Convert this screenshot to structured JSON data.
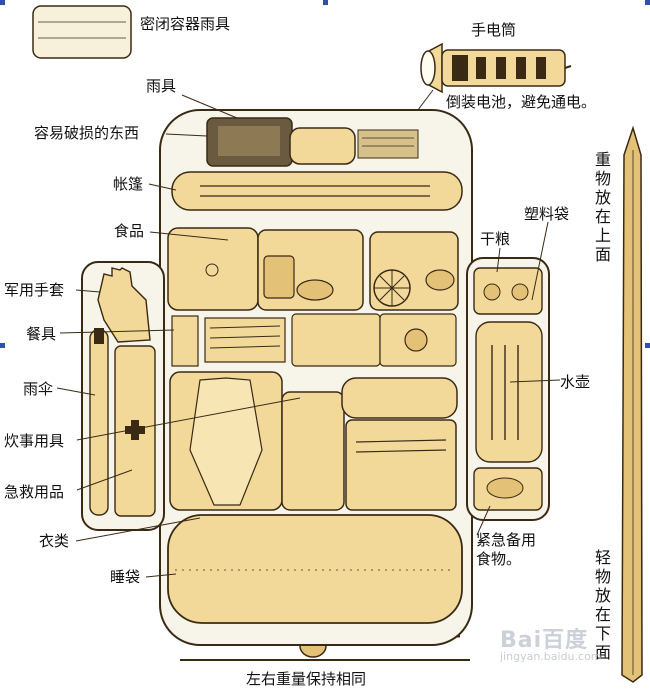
{
  "labels": {
    "sealed_raingear": "密闭容器雨具",
    "flashlight": "手电筒",
    "flashlight_note": "倒装电池，避免通电。",
    "raingear": "雨具",
    "fragile": "容易破损的东西",
    "tent": "帐篷",
    "food": "食品",
    "plastic_bag": "塑料袋",
    "dry_food": "干粮",
    "gloves": "军用手套",
    "tableware": "餐具",
    "umbrella": "雨伞",
    "kettle": "水壶",
    "cookware": "炊事用具",
    "first_aid": "急救用品",
    "clothes": "衣类",
    "emergency_food": "紧急备用食物。",
    "sleeping_bag": "睡袋",
    "balance": "左右重量保持相同"
  },
  "vertical": {
    "heavy": "重物放在上面",
    "light": "轻物放在下面"
  },
  "watermark": {
    "brand": "Bai百度",
    "url": "jingyan.baidu.com"
  },
  "colors": {
    "tan": "#f2d99a",
    "tan_dark": "#e3c277",
    "outline": "#3a2a14",
    "pack_bg": "#f7f4ea"
  }
}
